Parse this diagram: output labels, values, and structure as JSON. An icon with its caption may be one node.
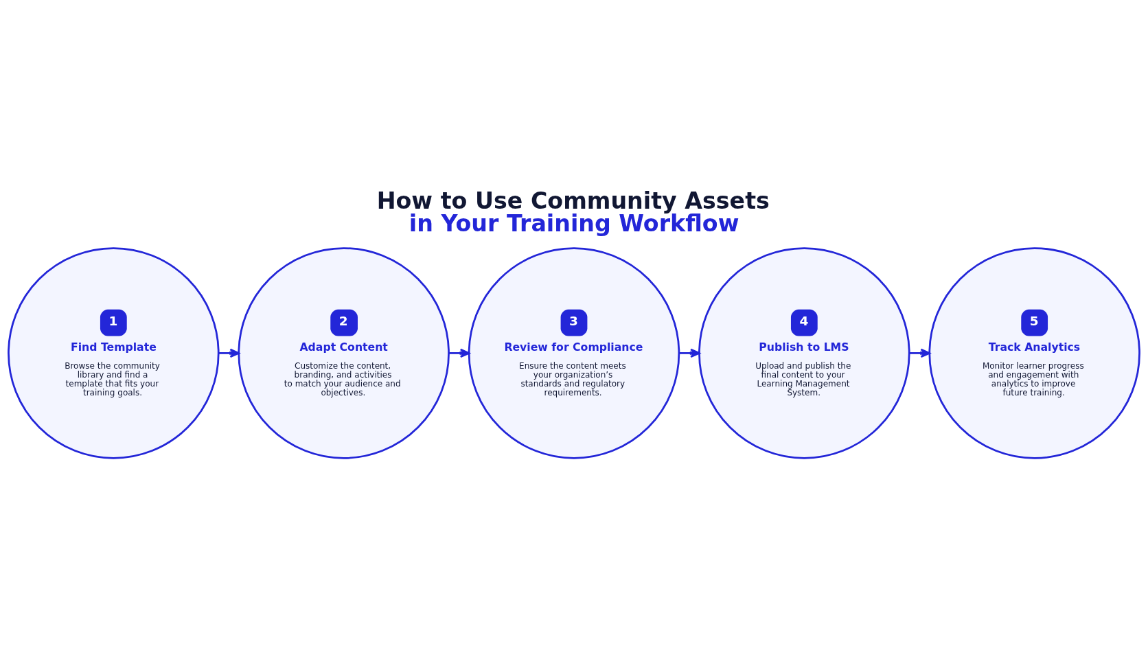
{
  "diagram": {
    "title": "How to Use Community Assets in Your Training Workflow",
    "nodes": [
      {
        "text": [
          "1",
          "Find Template",
          "Browse the community library and find a template that fits your training goals."
        ]
      },
      {
        "text": [
          "2",
          "Adapt Content",
          "Customize the content, branding, and activities to match your audience and objectives."
        ]
      },
      {
        "text": [
          "3",
          "Review for Compliance",
          "Ensure the content meets your organization’s standards and regulatory requirements."
        ]
      },
      {
        "text": [
          "4",
          "Publish to LMS",
          "Upload and publish the final content to your Learning Management System."
        ]
      },
      {
        "text": [
          "5",
          "Track Analytics",
          "Monitor learner progress and engagement with analytics to improve future training."
        ]
      }
    ],
    "edges": [
      {
        "from": 0,
        "to": 1,
        "arrow": "to"
      },
      {
        "from": 1,
        "to": 2,
        "arrow": "to"
      },
      {
        "from": 2,
        "to": 3,
        "arrow": "to"
      },
      {
        "from": 3,
        "to": 4,
        "arrow": "to"
      }
    ]
  }
}
